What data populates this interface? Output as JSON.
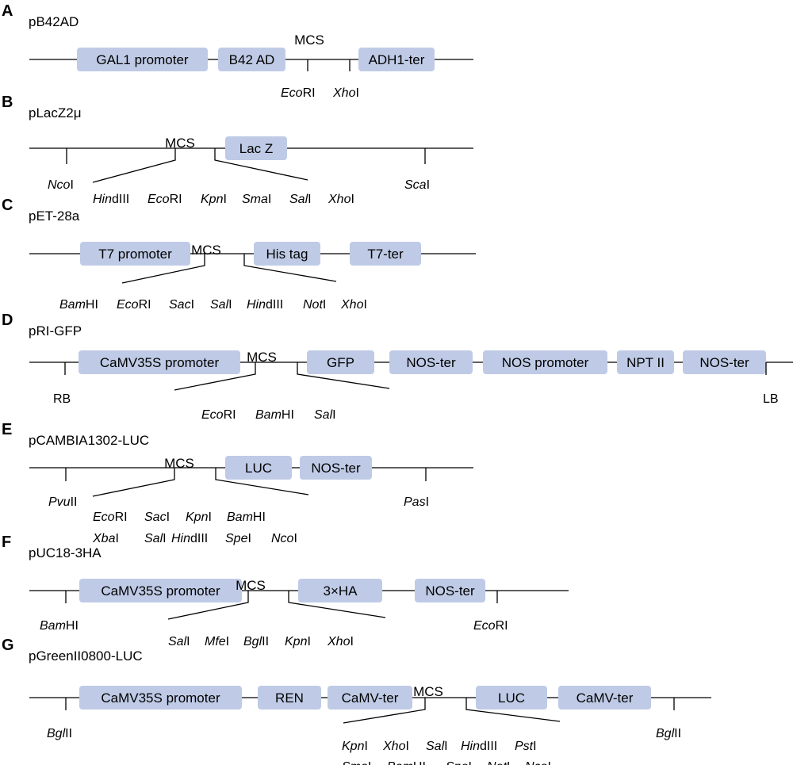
{
  "panels": [
    {
      "letter": "A",
      "name": "pB42AD",
      "mcs": "MCS",
      "features": [
        "GAL1 promoter",
        "B42 AD",
        "ADH1-ter"
      ],
      "sites": [
        {
          "it": "Eco",
          "rm": "RI"
        },
        {
          "it": "Xho",
          "rm": "I"
        }
      ]
    },
    {
      "letter": "B",
      "name": "pLacZ2μ",
      "mcs": "MCS",
      "features": [
        "Lac Z"
      ],
      "sites": [
        {
          "it": "Nco",
          "rm": "I"
        },
        {
          "it": "Hin",
          "rm": "dIII"
        },
        {
          "it": "Eco",
          "rm": "RI"
        },
        {
          "it": "Kpn",
          "rm": "I"
        },
        {
          "it": "Sma",
          "rm": "I"
        },
        {
          "it": "Sal",
          "rm": "I"
        },
        {
          "it": "Xho",
          "rm": "I"
        },
        {
          "it": "Sca",
          "rm": "I"
        }
      ]
    },
    {
      "letter": "C",
      "name": "pET-28a",
      "mcs": "MCS",
      "features": [
        "T7 promoter",
        "His tag",
        "T7-ter"
      ],
      "sites": [
        {
          "it": "Bam",
          "rm": "HI"
        },
        {
          "it": "Eco",
          "rm": "RI"
        },
        {
          "it": "Sac",
          "rm": "I"
        },
        {
          "it": "Sal",
          "rm": "I"
        },
        {
          "it": "Hin",
          "rm": "dIII"
        },
        {
          "it": "Not",
          "rm": "I"
        },
        {
          "it": "Xho",
          "rm": "I"
        }
      ]
    },
    {
      "letter": "D",
      "name": "pRI-GFP",
      "mcs": "MCS",
      "features": [
        "CaMV35S promoter",
        "GFP",
        "NOS-ter",
        "NOS promoter",
        "NPT II",
        "NOS-ter"
      ],
      "sites": [
        {
          "it": "",
          "rm": "RB"
        },
        {
          "it": "Eco",
          "rm": "RI"
        },
        {
          "it": "Bam",
          "rm": "HI"
        },
        {
          "it": "Sal",
          "rm": "I"
        },
        {
          "it": "",
          "rm": "LB"
        }
      ]
    },
    {
      "letter": "E",
      "name": "pCAMBIA1302-LUC",
      "mcs": "MCS",
      "features": [
        "LUC",
        "NOS-ter"
      ],
      "sites": [
        {
          "it": "Pvu",
          "rm": "II"
        },
        {
          "it": "Eco",
          "rm": "RI"
        },
        {
          "it": "Sac",
          "rm": "I"
        },
        {
          "it": "Kpn",
          "rm": "I"
        },
        {
          "it": "Bam",
          "rm": "HI"
        },
        {
          "it": "Xba",
          "rm": "I"
        },
        {
          "it": "Sal",
          "rm": "I"
        },
        {
          "it": "Hin",
          "rm": "dIII"
        },
        {
          "it": "Spe",
          "rm": "I"
        },
        {
          "it": "Nco",
          "rm": "I"
        },
        {
          "it": "Pas",
          "rm": "I"
        }
      ]
    },
    {
      "letter": "F",
      "name": "pUC18-3HA",
      "mcs": "MCS",
      "features": [
        "CaMV35S promoter",
        "3×HA",
        "NOS-ter"
      ],
      "sites": [
        {
          "it": "Bam",
          "rm": "HI"
        },
        {
          "it": "Sal",
          "rm": "I"
        },
        {
          "it": "Mfe",
          "rm": "I"
        },
        {
          "it": "Bgl",
          "rm": "II"
        },
        {
          "it": "Kpn",
          "rm": "I"
        },
        {
          "it": "Xho",
          "rm": "I"
        },
        {
          "it": "Eco",
          "rm": "RI"
        }
      ]
    },
    {
      "letter": "G",
      "name": "pGreenII0800-LUC",
      "mcs": "MCS",
      "features": [
        "CaMV35S promoter",
        "REN",
        "CaMV-ter",
        "LUC",
        "CaMV-ter"
      ],
      "sites": [
        {
          "it": "Bgl",
          "rm": "II"
        },
        {
          "it": "Kpn",
          "rm": "I"
        },
        {
          "it": "Xho",
          "rm": "I"
        },
        {
          "it": "Sal",
          "rm": "I"
        },
        {
          "it": "Hin",
          "rm": "dIII"
        },
        {
          "it": "Pst",
          "rm": "I"
        },
        {
          "it": "Sma",
          "rm": "I"
        },
        {
          "it": "Bam",
          "rm": "HI"
        },
        {
          "it": "Spe",
          "rm": "I"
        },
        {
          "it": "Not",
          "rm": "I"
        },
        {
          "it": "Nco",
          "rm": "I"
        },
        {
          "it": "Bgl",
          "rm": "II"
        }
      ]
    }
  ]
}
